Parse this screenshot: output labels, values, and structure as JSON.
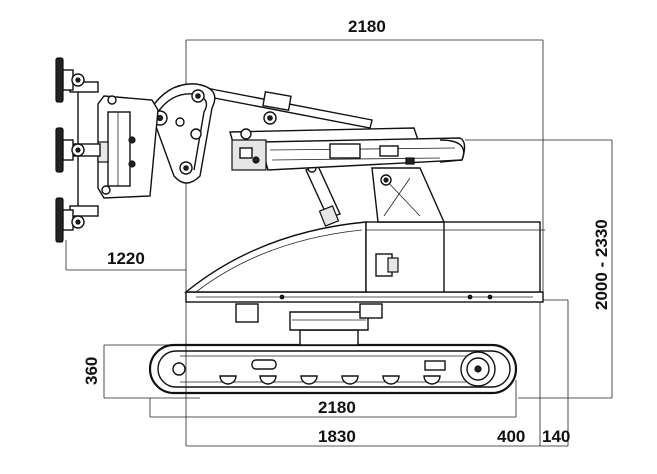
{
  "dimensions": {
    "top_width": "2180",
    "reach": "1220",
    "height_range": "2000 - 2330",
    "track_height": "360",
    "track_length": "2180",
    "chassis_length": "1830",
    "rear_offset": "400",
    "rear_tail": "140"
  }
}
